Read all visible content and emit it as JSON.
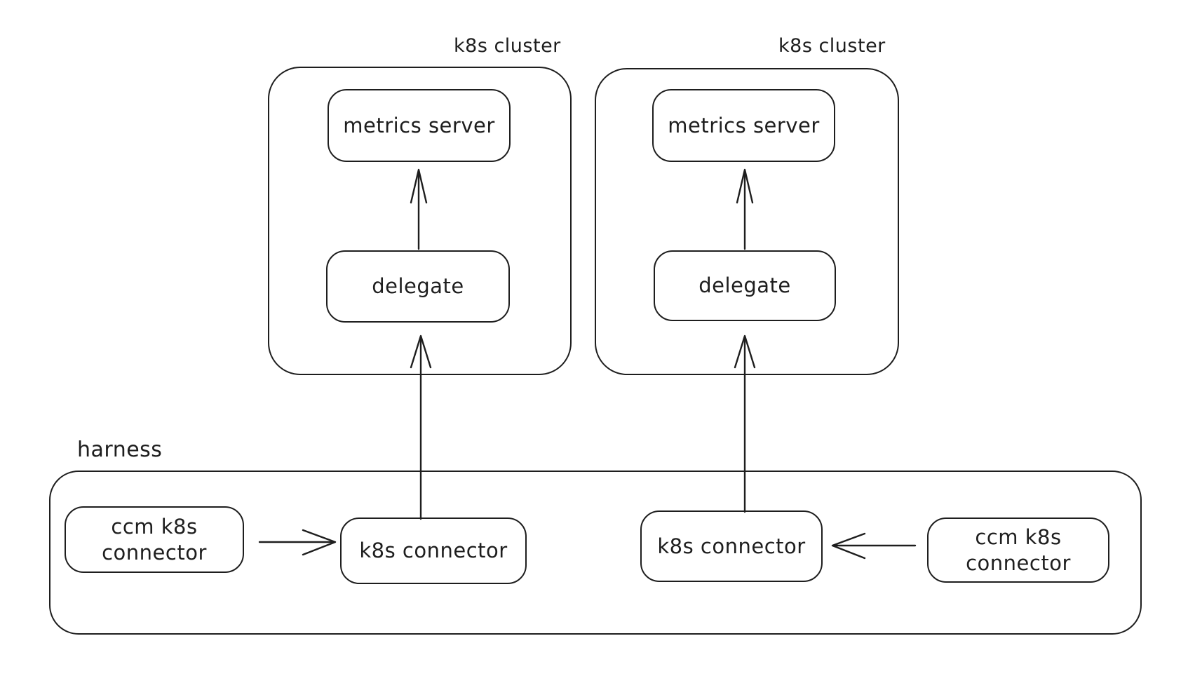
{
  "colors": {
    "stroke": "#1e1e1e",
    "background": "#ffffff"
  },
  "clusters": [
    {
      "label": "k8s cluster",
      "metrics_server_label": "metrics server",
      "delegate_label": "delegate"
    },
    {
      "label": "k8s cluster",
      "metrics_server_label": "metrics server",
      "delegate_label": "delegate"
    }
  ],
  "harness": {
    "label": "harness",
    "ccm_connector_left_label": "ccm k8s connector",
    "k8s_connector_left_label": "k8s connector",
    "k8s_connector_right_label": "k8s connector",
    "ccm_connector_right_label": "ccm k8s connector"
  },
  "connections": [
    {
      "from": "delegate",
      "to": "metrics server",
      "container": "k8s cluster (left)"
    },
    {
      "from": "delegate",
      "to": "metrics server",
      "container": "k8s cluster (right)"
    },
    {
      "from": "k8s connector (left)",
      "to": "delegate in k8s cluster (left)"
    },
    {
      "from": "k8s connector (right)",
      "to": "delegate in k8s cluster (right)"
    },
    {
      "from": "ccm k8s connector (left)",
      "to": "k8s connector (left)"
    },
    {
      "from": "ccm k8s connector (right)",
      "to": "k8s connector (right)"
    }
  ]
}
